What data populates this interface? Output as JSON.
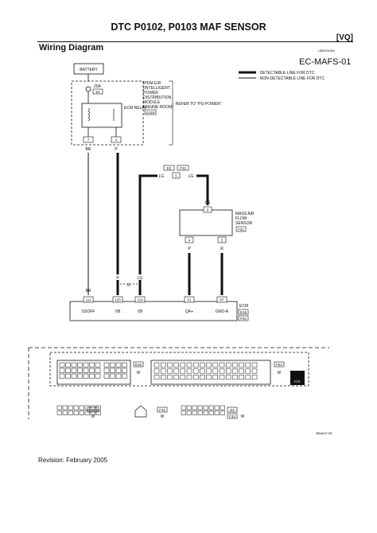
{
  "header": {
    "title": "DTC P0102, P0103 MAF SENSOR",
    "tag": "[VQ]"
  },
  "section_title": "Wiring Diagram",
  "diagram": {
    "code": "UBS00LMA",
    "id": "EC-MAFS-01",
    "legend": {
      "detectable": ": DETECTABLE LINE FOR DTC",
      "non_detectable": ": NON-DETECTABLE LINE FOR DTC"
    },
    "battery": "BATTERY",
    "fuse": {
      "rating": "20A",
      "number": "53"
    },
    "ecm_relay": "ECM RELAY",
    "ipdm_label": [
      "IPDM E/R",
      "(INTELLIGENT",
      "POWER",
      "DISTRIBUTION",
      "MODULE",
      "ENGINE ROOM)"
    ],
    "ipdm_connector": "E119",
    "refer_note": ": REFER TO \"PG-POWER\".",
    "ipdm_pins": [
      "7",
      "4"
    ],
    "wires": {
      "br": "BR",
      "p": "P",
      "lg": "LG",
      "r": "R"
    },
    "junction_connectors": [
      "E2",
      "F32"
    ],
    "junction_pin": "5",
    "maf": {
      "label": [
        "MASS AIR",
        "FLOW",
        "SENSOR"
      ],
      "connector": "F31",
      "pins": [
        "3",
        "4",
        "5"
      ]
    },
    "ecm": {
      "label": "ECM",
      "connectors": [
        "E16",
        "F54"
      ],
      "pins": [
        "111",
        "120",
        "119",
        "51",
        "67"
      ],
      "signals": [
        "SSOFF",
        "VB",
        "VB",
        "QA+",
        "GND-A"
      ]
    },
    "connector_ids": [
      "E16",
      "F54",
      "E119",
      "F31",
      "E2",
      "F32"
    ],
    "hs": "H.S.",
    "w": "W",
    "figure_code": "BBIA0173E"
  },
  "footer": {
    "revision": "Revision: February 2005"
  }
}
